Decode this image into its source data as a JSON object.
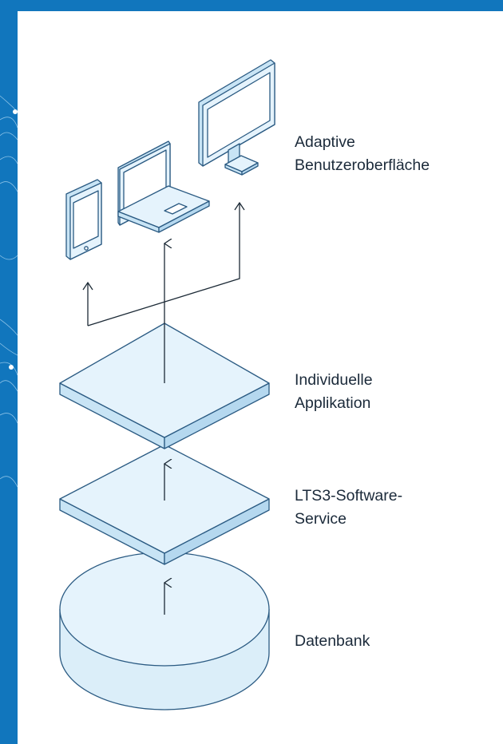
{
  "labels": {
    "ui": [
      "Adaptive",
      "Benutzeroberfläche"
    ],
    "app": [
      "Individuelle",
      "Applikation"
    ],
    "service": [
      "LTS3-Software-",
      "Service"
    ],
    "db": [
      "Datenbank"
    ]
  },
  "colors": {
    "background_blue": "#1176bd",
    "shape_fill": "#e3f1fb",
    "outline": "#2a5a82",
    "arrow": "#1c2a36"
  }
}
